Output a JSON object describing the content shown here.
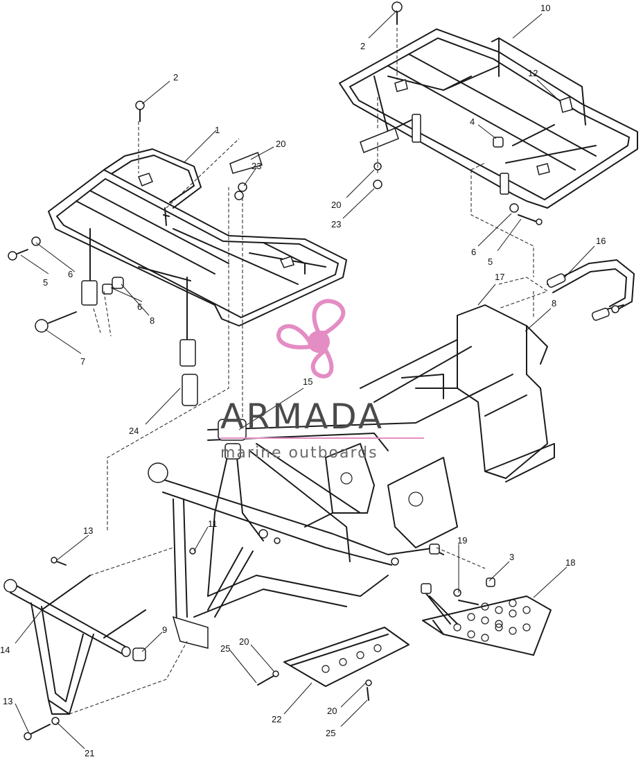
{
  "watermark": {
    "brand": "ARMADA",
    "tagline": "marine outboards",
    "brand_color": "#e48cc4",
    "text_color": "#4a4a4a"
  },
  "callouts": [
    {
      "id": "c-2a",
      "label": "2"
    },
    {
      "id": "c-1",
      "label": "1"
    },
    {
      "id": "c-20a",
      "label": "20"
    },
    {
      "id": "c-23a",
      "label": "23"
    },
    {
      "id": "c-5a",
      "label": "5"
    },
    {
      "id": "c-6a",
      "label": "6"
    },
    {
      "id": "c-6b",
      "label": "6"
    },
    {
      "id": "c-8a",
      "label": "8"
    },
    {
      "id": "c-7",
      "label": "7"
    },
    {
      "id": "c-24",
      "label": "24"
    },
    {
      "id": "c-2b",
      "label": "2"
    },
    {
      "id": "c-10",
      "label": "10"
    },
    {
      "id": "c-12",
      "label": "12"
    },
    {
      "id": "c-4",
      "label": "4"
    },
    {
      "id": "c-20b",
      "label": "20"
    },
    {
      "id": "c-23b",
      "label": "23"
    },
    {
      "id": "c-6c",
      "label": "6"
    },
    {
      "id": "c-5b",
      "label": "5"
    },
    {
      "id": "c-16",
      "label": "16"
    },
    {
      "id": "c-17",
      "label": "17"
    },
    {
      "id": "c-8b",
      "label": "8"
    },
    {
      "id": "c-15",
      "label": "15"
    },
    {
      "id": "c-13a",
      "label": "13"
    },
    {
      "id": "c-11",
      "label": "11"
    },
    {
      "id": "c-14",
      "label": "14"
    },
    {
      "id": "c-9",
      "label": "9"
    },
    {
      "id": "c-13b",
      "label": "13"
    },
    {
      "id": "c-21",
      "label": "21"
    },
    {
      "id": "c-19",
      "label": "19"
    },
    {
      "id": "c-3",
      "label": "3"
    },
    {
      "id": "c-18",
      "label": "18"
    },
    {
      "id": "c-25a",
      "label": "25"
    },
    {
      "id": "c-20c",
      "label": "20"
    },
    {
      "id": "c-22",
      "label": "22"
    },
    {
      "id": "c-20d",
      "label": "20"
    },
    {
      "id": "c-25b",
      "label": "25"
    }
  ]
}
